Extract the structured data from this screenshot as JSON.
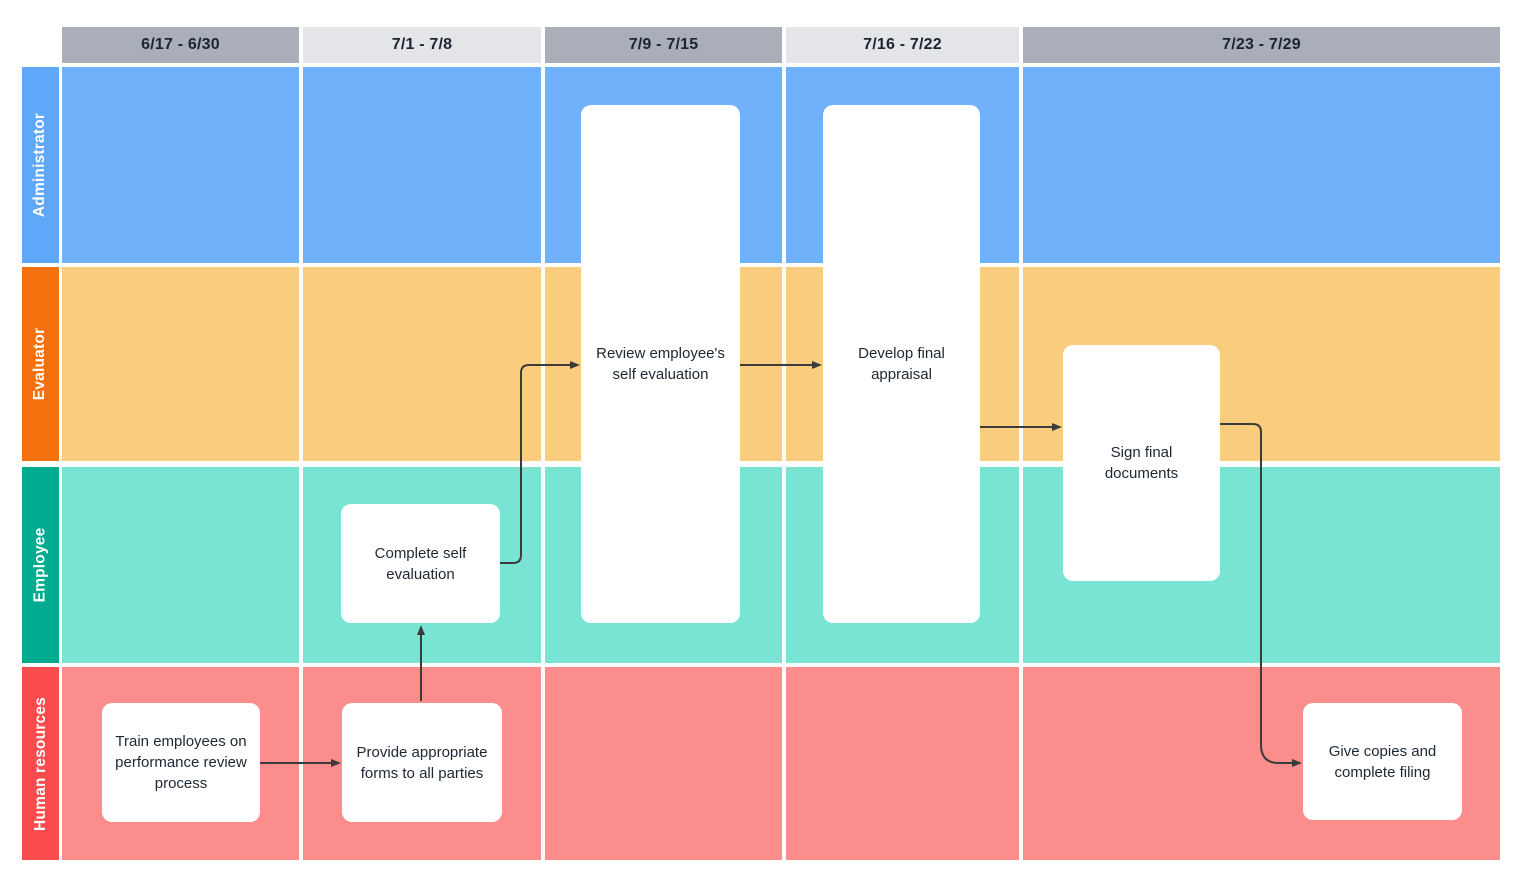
{
  "header": {
    "columns": [
      "6/17 - 6/30",
      "7/1 - 7/8",
      "7/9 - 7/15",
      "7/16 - 7/22",
      "7/23 - 7/29"
    ]
  },
  "lanes": [
    {
      "label": "Administrator",
      "label_color": "#5fa7f8",
      "body_color": "#6fb1fa"
    },
    {
      "label": "Evaluator",
      "label_color": "#f4700d",
      "body_color": "#facc7d"
    },
    {
      "label": "Employee",
      "label_color": "#00ac8f",
      "body_color": "#79e3d4"
    },
    {
      "label": "Human resources",
      "label_color": "#fa4b4d",
      "body_color": "#fb8d8d"
    }
  ],
  "tasks": {
    "train": {
      "label": "Train employees on performance review process"
    },
    "provide": {
      "label": "Provide appropriate forms to all parties"
    },
    "complete": {
      "label": "Complete self evaluation"
    },
    "review": {
      "label": "Review employee's self evaluation"
    },
    "develop": {
      "label": "Develop final appraisal"
    },
    "sign": {
      "label": "Sign final documents"
    },
    "give": {
      "label": "Give copies and complete filing"
    }
  },
  "colors": {
    "header_dark": "#a9aeb8",
    "header_light": "#e3e5e9",
    "arrow": "#3b3b3b",
    "card_background": "#ffffff",
    "card_text": "#1c2733",
    "header_text": "#1b2530"
  }
}
